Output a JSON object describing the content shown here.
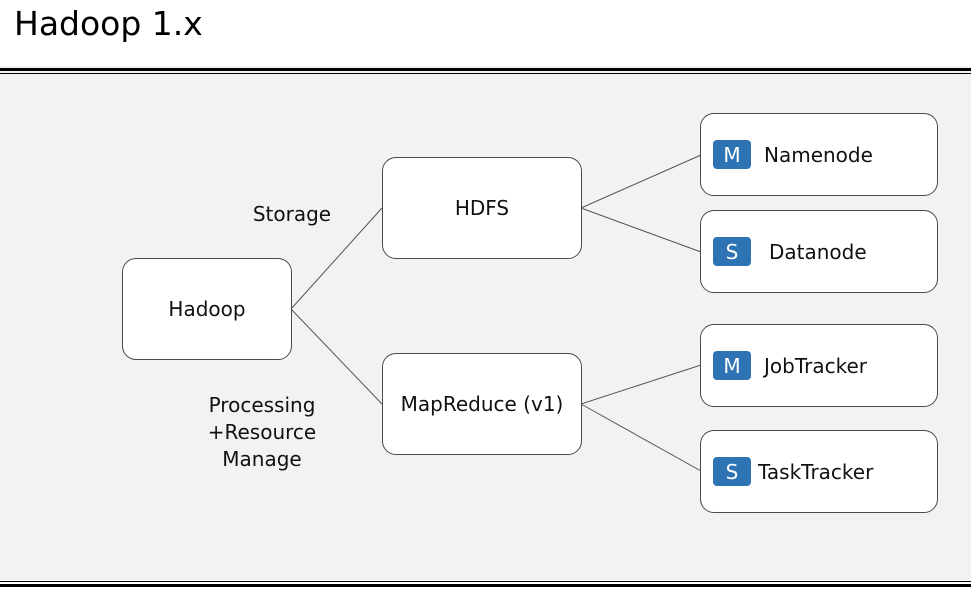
{
  "slide": {
    "title": "Hadoop 1.x"
  },
  "diagram": {
    "root": {
      "label": "Hadoop"
    },
    "branches": [
      {
        "label": "HDFS",
        "edge_label": "Storage"
      },
      {
        "label": "MapReduce (v1)",
        "edge_label_lines": [
          "Processing",
          "+Resource",
          "Manage"
        ]
      }
    ],
    "leaves": [
      {
        "badge": "M",
        "label": "Namenode"
      },
      {
        "badge": "S",
        "label": "Datanode"
      },
      {
        "badge": "M",
        "label": "JobTracker"
      },
      {
        "badge": "S",
        "label": "TaskTracker"
      }
    ]
  },
  "colors": {
    "badge": "#2e74b5",
    "background": "#f2f2f2"
  }
}
